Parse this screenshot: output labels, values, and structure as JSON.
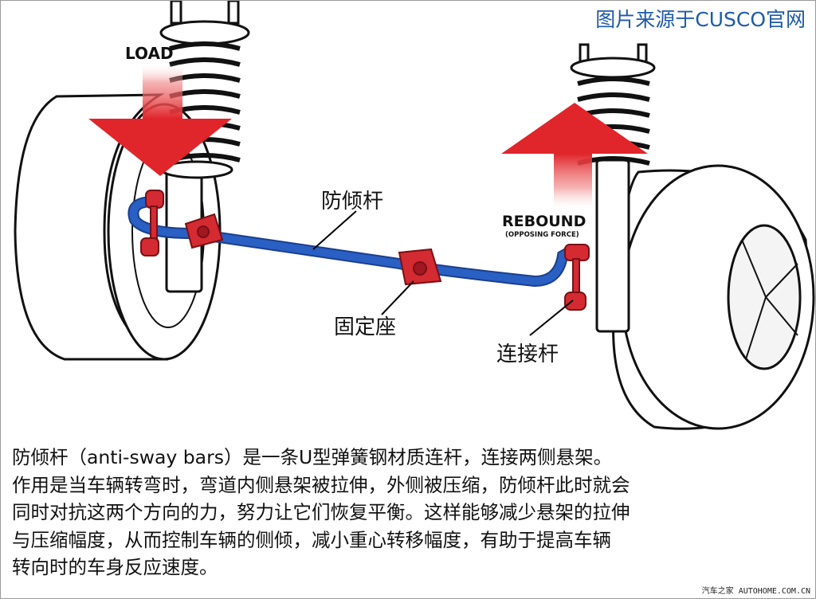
{
  "credit": "图片来源于CUSCO官网",
  "labels": {
    "load": "LOAD",
    "rebound": "REBOUND",
    "rebound_sub": "(OPPOSING FORCE)",
    "anti_roll_bar": "防倾杆",
    "mount": "固定座",
    "link": "连接杆"
  },
  "description": [
    "防倾杆（anti-sway bars）是一条U型弹簧钢材质连杆，连接两侧悬架。",
    "作用是当车辆转弯时，弯道内侧悬架被拉伸，外侧被压缩，防倾杆此时就会",
    "同时对抗这两个方向的力，努力让它们恢复平衡。这样能够减少悬架的拉伸",
    "与压缩幅度，从而控制车辆的侧倾，减小重心转移幅度，有助于提高车辆",
    "转向时的车身反应速度。"
  ],
  "watermark": "汽车之家 AUTOHOME.COM.CN",
  "colors": {
    "bar": "#2a5fc4",
    "bracket": "#d42a32",
    "arrow": "#e0252b",
    "credit": "#1e5aa8"
  }
}
